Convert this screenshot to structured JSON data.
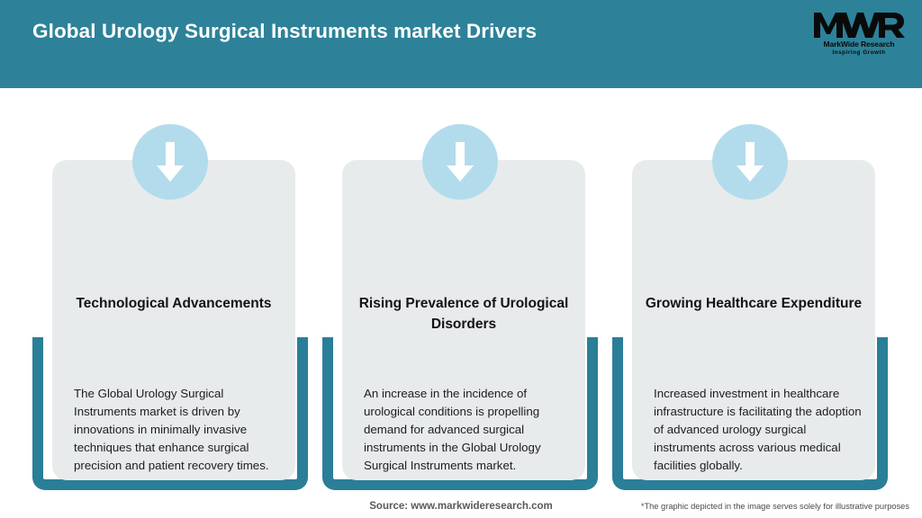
{
  "header": {
    "title": "Global Urology Surgical Instruments market Drivers",
    "band_color": "#2d8299"
  },
  "logo": {
    "mark": "MWR",
    "name": "MarkWide Research",
    "tagline": "Inspiring Growth"
  },
  "theme": {
    "teal": "#2b7e98",
    "card_bg": "#e8ebec",
    "badge_blue": "#b2dcec",
    "page_bg": "#ffffff"
  },
  "cards": [
    {
      "icon": "down-arrow-icon",
      "title": "Technological Advancements",
      "body": "The Global Urology Surgical Instruments market is driven by innovations in minimally invasive techniques that enhance surgical precision and patient recovery times."
    },
    {
      "icon": "down-arrow-icon",
      "title": "Rising Prevalence of Urological Disorders",
      "body": "An increase in the incidence of urological conditions is propelling demand for advanced surgical instruments in the Global Urology Surgical Instruments market."
    },
    {
      "icon": "down-arrow-icon",
      "title": "Growing Healthcare Expenditure",
      "body": "Increased investment in healthcare infrastructure is facilitating the adoption of advanced urology surgical instruments across various medical facilities globally."
    }
  ],
  "footer": {
    "source": "Source: www.markwideresearch.com",
    "disclaimer": "*The graphic depicted in the image serves solely for illustrative purposes"
  }
}
